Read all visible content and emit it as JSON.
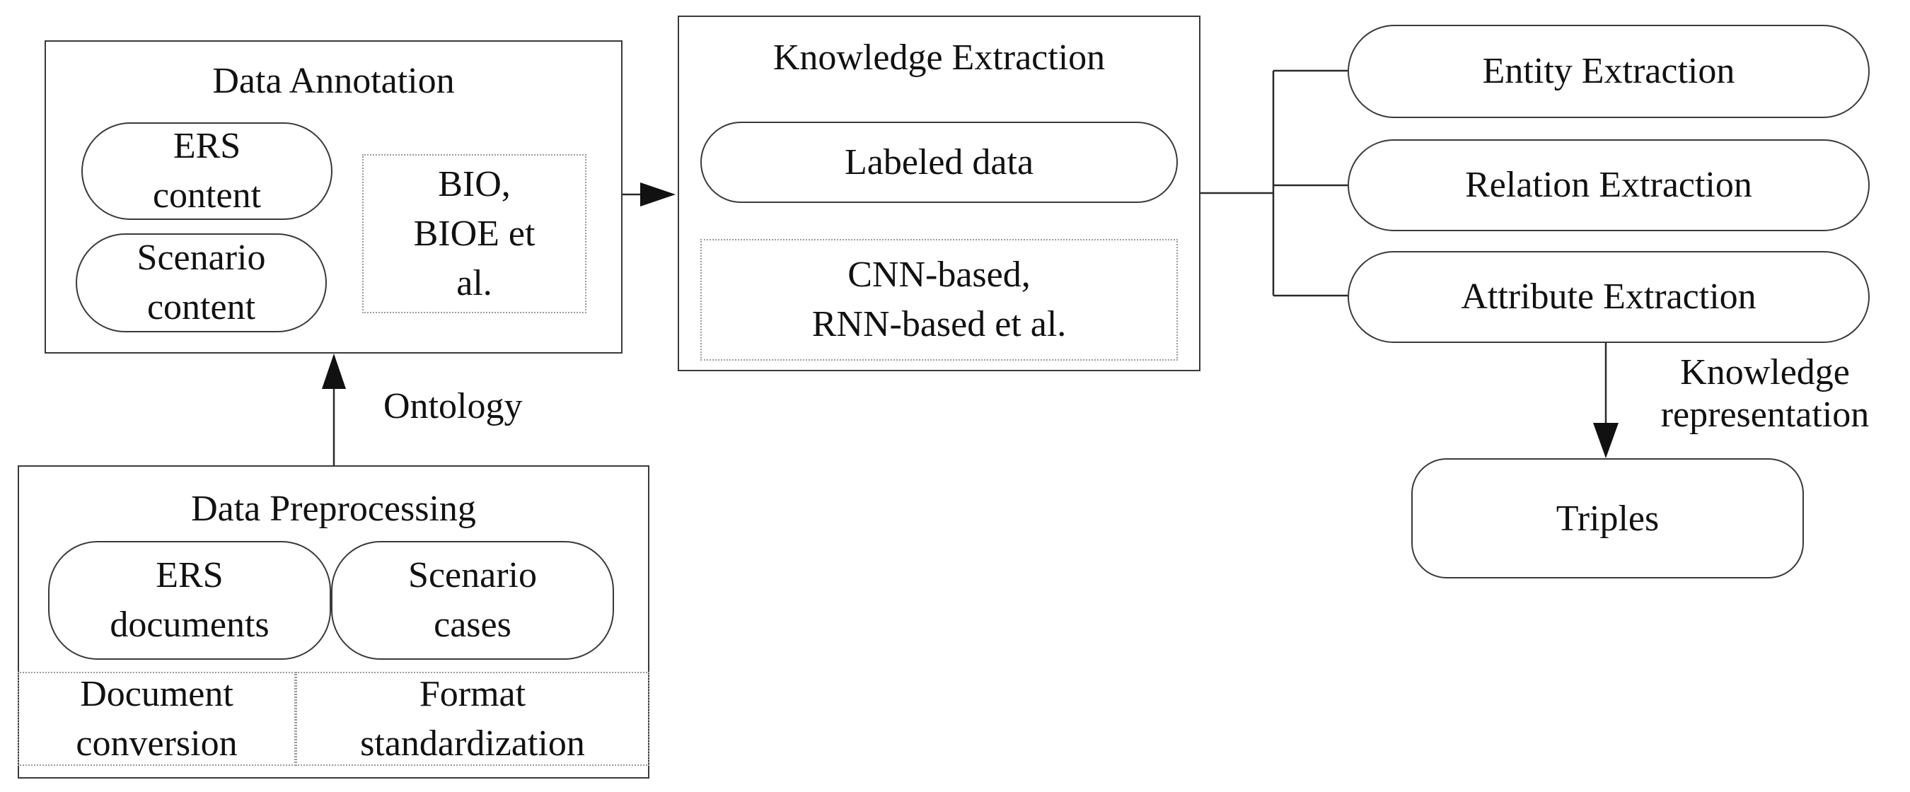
{
  "data_annotation": {
    "title": "Data Annotation",
    "ers_content": "ERS\ncontent",
    "scenario_content": "Scenario\ncontent",
    "schemes": "BIO,\nBIOE et\nal."
  },
  "knowledge_extraction": {
    "title": "Knowledge Extraction",
    "labeled_data": "Labeled data",
    "models": "CNN-based,\nRNN-based et al."
  },
  "extraction_tasks": {
    "entity": "Entity Extraction",
    "relation": "Relation Extraction",
    "attribute": "Attribute Extraction"
  },
  "knowledge_representation_label": "Knowledge\nrepresentation",
  "triples": "Triples",
  "ontology_label": "Ontology",
  "data_preprocessing": {
    "title": "Data Preprocessing",
    "ers_documents": "ERS\ndocuments",
    "scenario_cases": "Scenario\ncases",
    "document_conversion": "Document\nconversion",
    "format_standardization": "Format\nstandardization"
  }
}
